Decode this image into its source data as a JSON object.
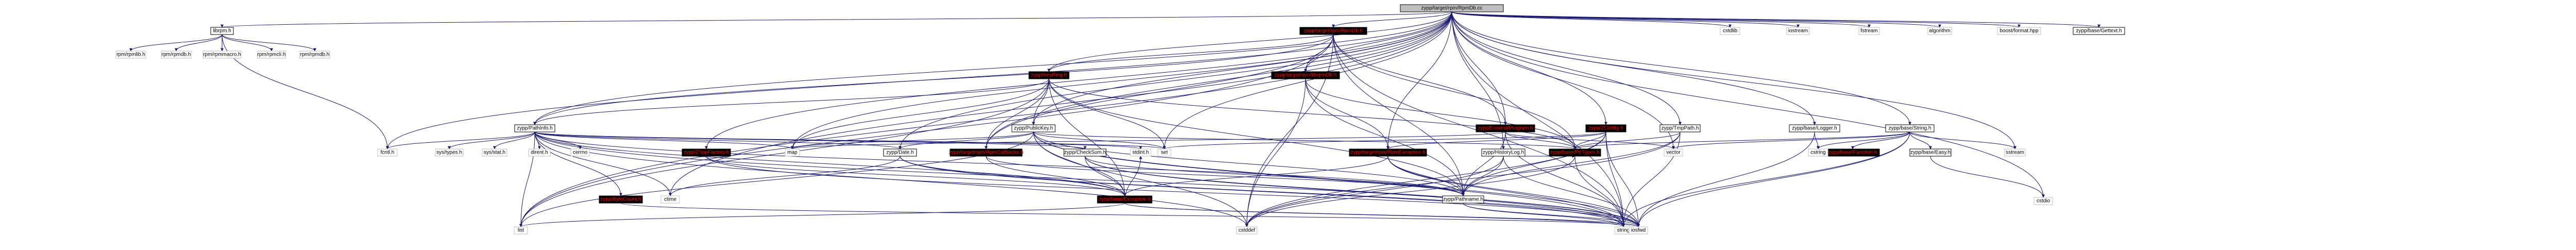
{
  "diagram": {
    "colors": {
      "edge": "#191970",
      "root_fill": "#bfbfbf",
      "node_fill": "#ffffff",
      "node_border": "#000000",
      "system_border": "#bfbfbf",
      "external_text": "#ff0000"
    },
    "nodes": [
      {
        "id": "RpmDb_cc",
        "label": "zypp/target/rpm/RpmDb.cc",
        "kind": "root"
      },
      {
        "id": "librpm_h",
        "label": "librpm.h",
        "kind": "plain"
      },
      {
        "id": "cstdlib",
        "label": "cstdlib",
        "kind": "system"
      },
      {
        "id": "cstdio",
        "label": "cstdio",
        "kind": "system"
      },
      {
        "id": "ctime",
        "label": "ctime",
        "kind": "system"
      },
      {
        "id": "iostream",
        "label": "iostream",
        "kind": "system"
      },
      {
        "id": "fstream",
        "label": "fstream",
        "kind": "system"
      },
      {
        "id": "sstream",
        "label": "sstream",
        "kind": "system"
      },
      {
        "id": "list",
        "label": "list",
        "kind": "system"
      },
      {
        "id": "map",
        "label": "map",
        "kind": "system"
      },
      {
        "id": "set",
        "label": "set",
        "kind": "system"
      },
      {
        "id": "string",
        "label": "string",
        "kind": "system"
      },
      {
        "id": "vector",
        "label": "vector",
        "kind": "system"
      },
      {
        "id": "algorithm",
        "label": "algorithm",
        "kind": "system"
      },
      {
        "id": "boost_format",
        "label": "boost/format.hpp",
        "kind": "system"
      },
      {
        "id": "zypp_base_Gettext_h",
        "label": "zypp/base/Gettext.h",
        "kind": "plain"
      },
      {
        "id": "rpm_rpmlib",
        "label": "rpm/rpmlib.h",
        "kind": "system"
      },
      {
        "id": "rpm_rpmdb",
        "label": "rpm/rpmdb.h",
        "kind": "system"
      },
      {
        "id": "rpm_rpmmacro",
        "label": "rpm/rpmmacro.h",
        "kind": "system"
      },
      {
        "id": "rpm_rpmcli",
        "label": "rpm/rpmcli.h",
        "kind": "system"
      },
      {
        "id": "rpm_rpmdb2",
        "label": "rpm/rpmdb.h",
        "kind": "system"
      },
      {
        "id": "fcntl_h",
        "label": "fcntl.h",
        "kind": "system"
      },
      {
        "id": "zypp_target_rpm_RpmDb_h",
        "label": "zypp/target/rpm/RpmDb.h",
        "kind": "ext"
      },
      {
        "id": "zypp_KeyRing_h",
        "label": "zypp/KeyRing.h",
        "kind": "ext"
      },
      {
        "id": "zypp_target_rpm_librpmDb_h",
        "label": "zypp/target/rpm/librpmDb.h",
        "kind": "ext"
      },
      {
        "id": "zypp_ExternalProgram_h",
        "label": "zypp/ExternalProgram.h",
        "kind": "ext"
      },
      {
        "id": "zypp_PathInfo_h",
        "label": "zypp/PathInfo.h",
        "kind": "plain"
      },
      {
        "id": "zypp_PublicKey_h",
        "label": "zypp/PublicKey.h",
        "kind": "plain"
      },
      {
        "id": "zypp_ZConfig_h",
        "label": "zypp/ZConfig.h",
        "kind": "ext"
      },
      {
        "id": "zypp_TmpPath_h",
        "label": "zypp/TmpPath.h",
        "kind": "plain"
      },
      {
        "id": "zypp_base_Logger_h",
        "label": "zypp/base/Logger.h",
        "kind": "plain"
      },
      {
        "id": "zypp_base_String_h",
        "label": "zypp/base/String.h",
        "kind": "plain"
      },
      {
        "id": "sys_types_h",
        "label": "sys/types.h",
        "kind": "system"
      },
      {
        "id": "sys_stat_h",
        "label": "sys/stat.h",
        "kind": "system"
      },
      {
        "id": "dirent_h",
        "label": "dirent.h",
        "kind": "system"
      },
      {
        "id": "cerrno",
        "label": "cerrno",
        "kind": "system"
      },
      {
        "id": "zypp_ByteCount_h",
        "label": "zypp/ByteCount.h",
        "kind": "ext"
      },
      {
        "id": "zypp_Date_h",
        "label": "zypp/Date.h",
        "kind": "plain"
      },
      {
        "id": "zypp_CheckSum_h",
        "label": "zypp/CheckSum.h",
        "kind": "plain"
      },
      {
        "id": "zypp_ZYppFactory_h",
        "label": "zypp/ZYppFactory.h",
        "kind": "ext"
      },
      {
        "id": "zypp_target_rpm_RpmCallbacks_h",
        "label": "zypp/target/rpm/RpmCallbacks.h",
        "kind": "ext"
      },
      {
        "id": "zypp_target_rpm_RpmException_h",
        "label": "zypp/target/rpm/RpmException.h",
        "kind": "ext"
      },
      {
        "id": "zypp_HistoryLog_h",
        "label": "zypp/HistoryLog.h",
        "kind": "plain"
      },
      {
        "id": "zypp_base_PtrTypes_h",
        "label": "zypp/base/PtrTypes.h",
        "kind": "ext"
      },
      {
        "id": "zypp_base_Exception_h",
        "label": "zypp/base/Exception.h",
        "kind": "ext"
      },
      {
        "id": "zypp_Pathname_h",
        "label": "zypp/Pathname.h",
        "kind": "plain"
      },
      {
        "id": "zypp_base_Function_h",
        "label": "zypp/base/Function.h",
        "kind": "ext"
      },
      {
        "id": "zypp_base_Easy_h",
        "label": "zypp/base/Easy.h",
        "kind": "plain"
      },
      {
        "id": "cstring",
        "label": "cstring",
        "kind": "system"
      },
      {
        "id": "cstddef",
        "label": "cstddef",
        "kind": "system"
      },
      {
        "id": "stdint_h",
        "label": "stdint.h",
        "kind": "system"
      },
      {
        "id": "iosfwd",
        "label": "iosfwd",
        "kind": "system"
      }
    ],
    "edges": [
      [
        "RpmDb_cc",
        "librpm_h"
      ],
      [
        "RpmDb_cc",
        "cstdlib"
      ],
      [
        "RpmDb_cc",
        "cstdio"
      ],
      [
        "RpmDb_cc",
        "ctime"
      ],
      [
        "RpmDb_cc",
        "iostream"
      ],
      [
        "RpmDb_cc",
        "fstream"
      ],
      [
        "RpmDb_cc",
        "sstream"
      ],
      [
        "RpmDb_cc",
        "list"
      ],
      [
        "RpmDb_cc",
        "map"
      ],
      [
        "RpmDb_cc",
        "set"
      ],
      [
        "RpmDb_cc",
        "string"
      ],
      [
        "RpmDb_cc",
        "vector"
      ],
      [
        "RpmDb_cc",
        "algorithm"
      ],
      [
        "RpmDb_cc",
        "boost_format"
      ],
      [
        "RpmDb_cc",
        "zypp_base_Gettext_h"
      ],
      [
        "RpmDb_cc",
        "zypp_target_rpm_RpmDb_h"
      ],
      [
        "RpmDb_cc",
        "zypp_KeyRing_h"
      ],
      [
        "RpmDb_cc",
        "zypp_PathInfo_h"
      ],
      [
        "RpmDb_cc",
        "zypp_PublicKey_h"
      ],
      [
        "RpmDb_cc",
        "zypp_ZConfig_h"
      ],
      [
        "RpmDb_cc",
        "zypp_TmpPath_h"
      ],
      [
        "RpmDb_cc",
        "zypp_base_Logger_h"
      ],
      [
        "RpmDb_cc",
        "zypp_base_String_h"
      ],
      [
        "RpmDb_cc",
        "zypp_Date_h"
      ],
      [
        "RpmDb_cc",
        "zypp_ZYppFactory_h"
      ],
      [
        "RpmDb_cc",
        "zypp_target_rpm_RpmCallbacks_h"
      ],
      [
        "RpmDb_cc",
        "zypp_target_rpm_RpmException_h"
      ],
      [
        "RpmDb_cc",
        "zypp_HistoryLog_h"
      ],
      [
        "RpmDb_cc",
        "zypp_target_rpm_librpmDb_h"
      ],
      [
        "RpmDb_cc",
        "zypp_ExternalProgram_h"
      ],
      [
        "RpmDb_cc",
        "fcntl_h"
      ],
      [
        "librpm_h",
        "rpm_rpmlib"
      ],
      [
        "librpm_h",
        "rpm_rpmdb"
      ],
      [
        "librpm_h",
        "rpm_rpmmacro"
      ],
      [
        "librpm_h",
        "rpm_rpmcli"
      ],
      [
        "librpm_h",
        "rpm_rpmdb2"
      ],
      [
        "librpm_h",
        "fcntl_h"
      ],
      [
        "zypp_target_rpm_RpmDb_h",
        "zypp_KeyRing_h"
      ],
      [
        "zypp_target_rpm_RpmDb_h",
        "zypp_target_rpm_librpmDb_h"
      ],
      [
        "zypp_target_rpm_RpmDb_h",
        "zypp_ExternalProgram_h"
      ],
      [
        "zypp_target_rpm_RpmDb_h",
        "zypp_PathInfo_h"
      ],
      [
        "zypp_target_rpm_RpmDb_h",
        "zypp_Pathname_h"
      ],
      [
        "zypp_target_rpm_RpmDb_h",
        "zypp_base_PtrTypes_h"
      ],
      [
        "zypp_target_rpm_RpmDb_h",
        "list"
      ],
      [
        "zypp_target_rpm_RpmDb_h",
        "zypp_target_rpm_RpmCallbacks_h"
      ],
      [
        "zypp_target_rpm_RpmDb_h",
        "string"
      ],
      [
        "zypp_target_rpm_RpmDb_h",
        "cstddef"
      ],
      [
        "zypp_KeyRing_h",
        "zypp_PathInfo_h"
      ],
      [
        "zypp_KeyRing_h",
        "zypp_PublicKey_h"
      ],
      [
        "zypp_KeyRing_h",
        "zypp_base_PtrTypes_h"
      ],
      [
        "zypp_KeyRing_h",
        "zypp_Pathname_h"
      ],
      [
        "zypp_KeyRing_h",
        "map"
      ],
      [
        "zypp_KeyRing_h",
        "set"
      ],
      [
        "zypp_KeyRing_h",
        "list"
      ],
      [
        "zypp_KeyRing_h",
        "zypp_base_Exception_h"
      ],
      [
        "zypp_KeyRing_h",
        "zypp_target_rpm_RpmCallbacks_h"
      ],
      [
        "zypp_target_rpm_librpmDb_h",
        "zypp_target_rpm_RpmException_h"
      ],
      [
        "zypp_target_rpm_librpmDb_h",
        "zypp_base_PtrTypes_h"
      ],
      [
        "zypp_target_rpm_librpmDb_h",
        "zypp_Pathname_h"
      ],
      [
        "zypp_target_rpm_librpmDb_h",
        "cstddef"
      ],
      [
        "zypp_ExternalProgram_h",
        "map"
      ],
      [
        "zypp_ExternalProgram_h",
        "string"
      ],
      [
        "zypp_ExternalProgram_h",
        "vector"
      ],
      [
        "zypp_ExternalProgram_h",
        "zypp_base_PtrTypes_h"
      ],
      [
        "zypp_ExternalProgram_h",
        "zypp_Pathname_h"
      ],
      [
        "zypp_PathInfo_h",
        "fcntl_h"
      ],
      [
        "zypp_PathInfo_h",
        "sys_types_h"
      ],
      [
        "zypp_PathInfo_h",
        "sys_stat_h"
      ],
      [
        "zypp_PathInfo_h",
        "dirent_h"
      ],
      [
        "zypp_PathInfo_h",
        "cerrno"
      ],
      [
        "zypp_PathInfo_h",
        "list"
      ],
      [
        "zypp_PathInfo_h",
        "set"
      ],
      [
        "zypp_PathInfo_h",
        "map"
      ],
      [
        "zypp_PathInfo_h",
        "zypp_ByteCount_h"
      ],
      [
        "zypp_PathInfo_h",
        "zypp_Pathname_h"
      ],
      [
        "zypp_PathInfo_h",
        "zypp_CheckSum_h"
      ],
      [
        "zypp_PathInfo_h",
        "zypp_Date_h"
      ],
      [
        "zypp_PathInfo_h",
        "iosfwd"
      ],
      [
        "zypp_PathInfo_h",
        "cstddef"
      ],
      [
        "zypp_PathInfo_h",
        "stdint_h"
      ],
      [
        "zypp_PathInfo_h",
        "ctime"
      ],
      [
        "zypp_PathInfo_h",
        "zypp_base_Exception_h"
      ],
      [
        "zypp_PublicKey_h",
        "zypp_base_PtrTypes_h"
      ],
      [
        "zypp_PublicKey_h",
        "zypp_base_Exception_h"
      ],
      [
        "zypp_PublicKey_h",
        "zypp_Pathname_h"
      ],
      [
        "zypp_PublicKey_h",
        "zypp_Date_h"
      ],
      [
        "zypp_PublicKey_h",
        "map"
      ],
      [
        "zypp_PublicKey_h",
        "list"
      ],
      [
        "zypp_PublicKey_h",
        "set"
      ],
      [
        "zypp_PublicKey_h",
        "string"
      ],
      [
        "zypp_PublicKey_h",
        "iosfwd"
      ],
      [
        "zypp_PublicKey_h",
        "cstddef"
      ],
      [
        "zypp_ZConfig_h",
        "zypp_base_PtrTypes_h"
      ],
      [
        "zypp_ZConfig_h",
        "zypp_Pathname_h"
      ],
      [
        "zypp_ZConfig_h",
        "set"
      ],
      [
        "zypp_ZConfig_h",
        "string"
      ],
      [
        "zypp_ZConfig_h",
        "cstddef"
      ],
      [
        "zypp_ZConfig_h",
        "iosfwd"
      ],
      [
        "zypp_ZConfig_h",
        "zypp_target_rpm_RpmException_h"
      ],
      [
        "zypp_TmpPath_h",
        "zypp_Pathname_h"
      ],
      [
        "zypp_TmpPath_h",
        "zypp_base_PtrTypes_h"
      ],
      [
        "zypp_TmpPath_h",
        "cstddef"
      ],
      [
        "zypp_TmpPath_h",
        "string"
      ],
      [
        "zypp_base_Logger_h",
        "iosfwd"
      ],
      [
        "zypp_base_Logger_h",
        "cstring"
      ],
      [
        "zypp_base_String_h",
        "zypp_base_PtrTypes_h"
      ],
      [
        "zypp_base_String_h",
        "zypp_base_Function_h"
      ],
      [
        "zypp_base_String_h",
        "zypp_base_Easy_h"
      ],
      [
        "zypp_base_String_h",
        "cstring"
      ],
      [
        "zypp_base_String_h",
        "sstream"
      ],
      [
        "zypp_base_String_h",
        "vector"
      ],
      [
        "zypp_base_String_h",
        "string"
      ],
      [
        "zypp_base_String_h",
        "iosfwd"
      ],
      [
        "zypp_base_Easy_h",
        "cstdio"
      ],
      [
        "zypp_Date_h",
        "ctime"
      ],
      [
        "zypp_Date_h",
        "iosfwd"
      ],
      [
        "zypp_Date_h",
        "string"
      ],
      [
        "zypp_Date_h",
        "zypp_base_Exception_h"
      ],
      [
        "zypp_CheckSum_h",
        "string"
      ],
      [
        "zypp_CheckSum_h",
        "zypp_base_Exception_h"
      ],
      [
        "zypp_CheckSum_h",
        "zypp_Pathname_h"
      ],
      [
        "zypp_CheckSum_h",
        "iosfwd"
      ],
      [
        "zypp_ZYppFactory_h",
        "zypp_base_Exception_h"
      ],
      [
        "zypp_ZYppFactory_h",
        "iosfwd"
      ],
      [
        "zypp_target_rpm_RpmCallbacks_h",
        "zypp_base_Exception_h"
      ],
      [
        "zypp_target_rpm_RpmCallbacks_h",
        "zypp_Pathname_h"
      ],
      [
        "zypp_target_rpm_RpmException_h",
        "zypp_base_Exception_h"
      ],
      [
        "zypp_target_rpm_RpmException_h",
        "zypp_Pathname_h"
      ],
      [
        "zypp_target_rpm_RpmException_h",
        "string"
      ],
      [
        "zypp_target_rpm_RpmException_h",
        "iosfwd"
      ],
      [
        "zypp_HistoryLog_h",
        "zypp_Pathname_h"
      ],
      [
        "zypp_HistoryLog_h",
        "zypp_base_PtrTypes_h"
      ],
      [
        "zypp_HistoryLog_h",
        "iosfwd"
      ],
      [
        "zypp_HistoryLog_h",
        "cstddef"
      ],
      [
        "zypp_base_PtrTypes_h",
        "string"
      ],
      [
        "zypp_base_PtrTypes_h",
        "cstddef"
      ],
      [
        "zypp_base_Exception_h",
        "list"
      ],
      [
        "zypp_base_Exception_h",
        "string"
      ],
      [
        "zypp_base_Exception_h",
        "iosfwd"
      ],
      [
        "zypp_base_Exception_h",
        "stdint_h"
      ],
      [
        "zypp_Pathname_h",
        "string"
      ],
      [
        "zypp_Pathname_h",
        "iosfwd"
      ],
      [
        "zypp_ByteCount_h",
        "iosfwd"
      ]
    ]
  }
}
